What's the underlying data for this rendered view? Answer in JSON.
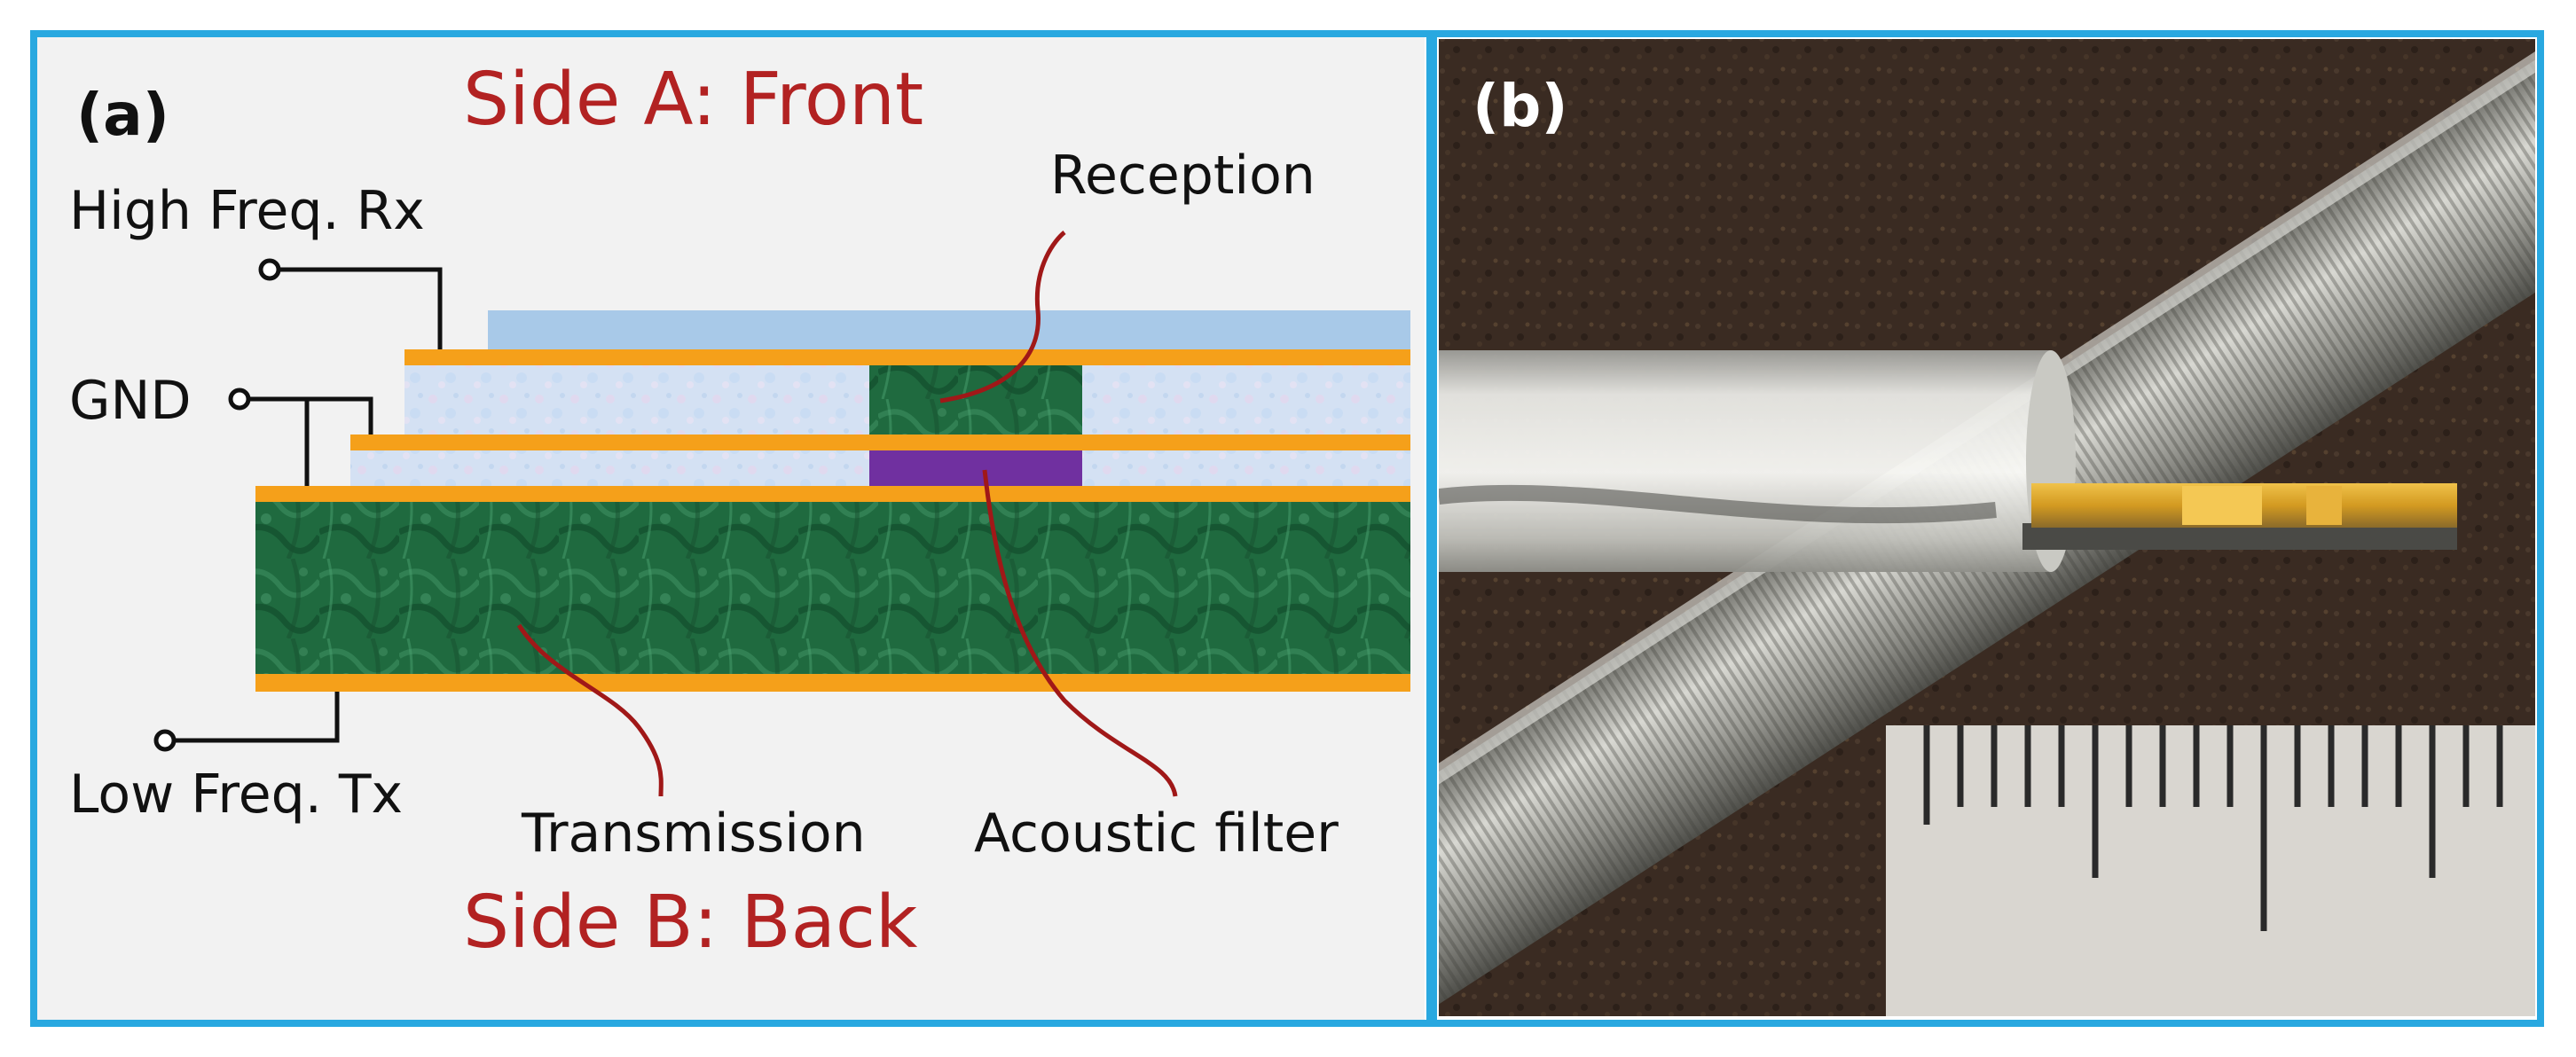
{
  "colors": {
    "frame_border": "#29a8e0",
    "panel_a_bg": "#f2f2f2",
    "electrode": "#f5a01a",
    "substrate": "#d5e2f3",
    "front_layer": "#a8c9e8",
    "transducer": "#1e6a3e",
    "acoustic_filter": "#7030a0",
    "callout": "#a01818",
    "side_title": "#b22222",
    "label_text": "#111111"
  },
  "panel_a": {
    "tag": "(a)",
    "side_a_title": "Side A: Front",
    "side_b_title": "Side B: Back",
    "label_rx": "High Freq. Rx",
    "label_gnd": "GND",
    "label_tx": "Low Freq. Tx",
    "label_reception": "Reception",
    "label_transmission": "Transmission",
    "label_filter": "Acoustic filter"
  },
  "panel_b": {
    "tag": "(b)",
    "image_description_icon": "transducer-photo"
  }
}
